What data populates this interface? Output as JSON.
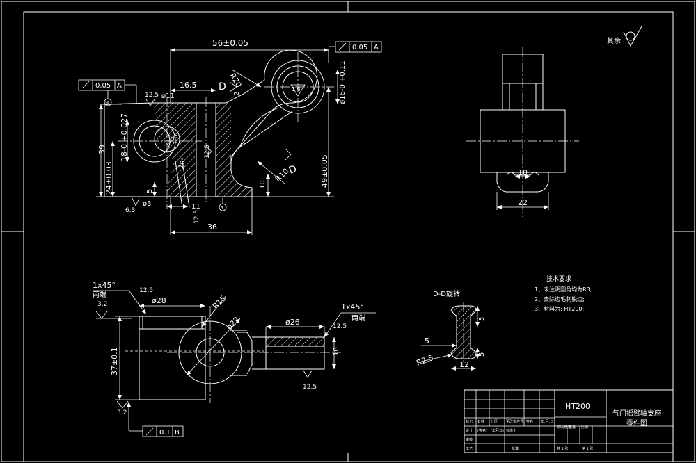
{
  "roughness": {
    "rest_label": "其余"
  },
  "front_view": {
    "dim_56": "56±0.05",
    "dim_16_5": "16.5",
    "dim_39": "39",
    "dim_24": "24±0.03",
    "dim_bore": "18-0 +0.027",
    "dim_49": "49±0.05",
    "dim_10": "10",
    "dim_5": "5",
    "dim_11": "11",
    "dim_36": "36",
    "dim_r20": "R20",
    "dim_r10": "R10",
    "dim_16": "ø16-0 +0.11",
    "dim_phi11": "ø11",
    "dim_phi3": "ø3",
    "dim_2": "2",
    "dim_10deg": "10°",
    "rough_12_5a": "12.5",
    "rough_1_6a": "1.6",
    "rough_1_6b": "1.6",
    "rough_12_5b": "12.5",
    "rough_6_3": "6.3",
    "rough_12_5c": "12.5",
    "tol_left_val": "0.05",
    "tol_left_ref": "A",
    "tol_right_val": "0.05",
    "tol_right_ref": "A",
    "datum_b": "B",
    "datum_a": "A",
    "section_d1": "D",
    "section_d2": "D"
  },
  "side_view": {
    "dim_10": "10",
    "dim_22": "22"
  },
  "bottom_view": {
    "chamfer_left": "1x45°",
    "chamfer_left_note": "两端",
    "chamfer_right": "1x45°",
    "chamfer_right_note": "两端",
    "dim_phi28": "ø28",
    "dim_r15": "R15",
    "dim_phi22": "ø22",
    "dim_phi26": "ø26",
    "dim_37": "37±0.1",
    "dim_16": "16",
    "rough_32a": "3.2",
    "rough_12_5a": "12.5",
    "rough_12_5b": "12.5",
    "rough_12_5c": "12.5",
    "rough_32b": "3.2",
    "tol_val": "0.1",
    "tol_ref": "B"
  },
  "section_dd": {
    "title": "D-D旋转",
    "dim_5a": "5",
    "dim_5b": "5",
    "dim_5c": "5",
    "dim_12": "12",
    "dim_r25": "R2.5"
  },
  "requirements": {
    "title": "技术要求",
    "items": [
      "1、未注明圆角均为R3;",
      "2、去除边毛刺锐边;",
      "3、材料为: HT200;"
    ]
  },
  "title_block": {
    "material": "HT200",
    "part_name": "气门摇臂轴支座",
    "drawing_type": "零件图",
    "small_labels": [
      "标记",
      "处数",
      "分区",
      "更改文件号",
      "签名",
      "年.月.日",
      "设计",
      "(签名)",
      "(年月日)",
      "标准化",
      "审核",
      "工艺",
      "批准",
      "阶段标记",
      "重量",
      "比例",
      "共 1 张",
      "第 1 张"
    ]
  }
}
